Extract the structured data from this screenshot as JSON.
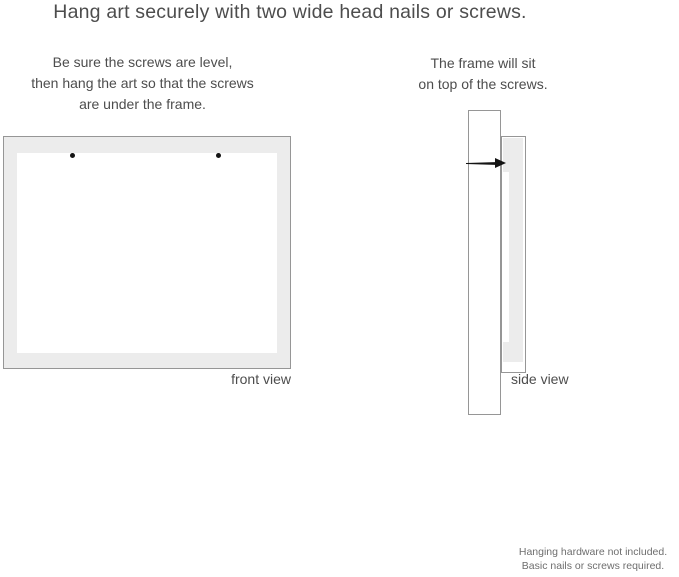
{
  "title": "Hang art securely with two wide head nails or screws.",
  "instructions": {
    "front": {
      "lines": [
        "Be sure the screws are level,",
        "then hang the art so that the screws",
        "are under the frame."
      ]
    },
    "side": {
      "lines": [
        "The frame will sit",
        "on top of the screws."
      ]
    }
  },
  "diagrams": {
    "front": {
      "label": "front view",
      "nail_count": 2
    },
    "side": {
      "label": "side view"
    }
  },
  "footnote": {
    "lines": [
      "Hanging hardware not included.",
      "Basic nails or screws required."
    ]
  },
  "colors": {
    "text": "#4d4d4d",
    "footnote_text": "#6e6e6e",
    "frame_fill": "#ececec",
    "outline": "#969696",
    "nail": "#141414",
    "bg": "#ffffff"
  }
}
